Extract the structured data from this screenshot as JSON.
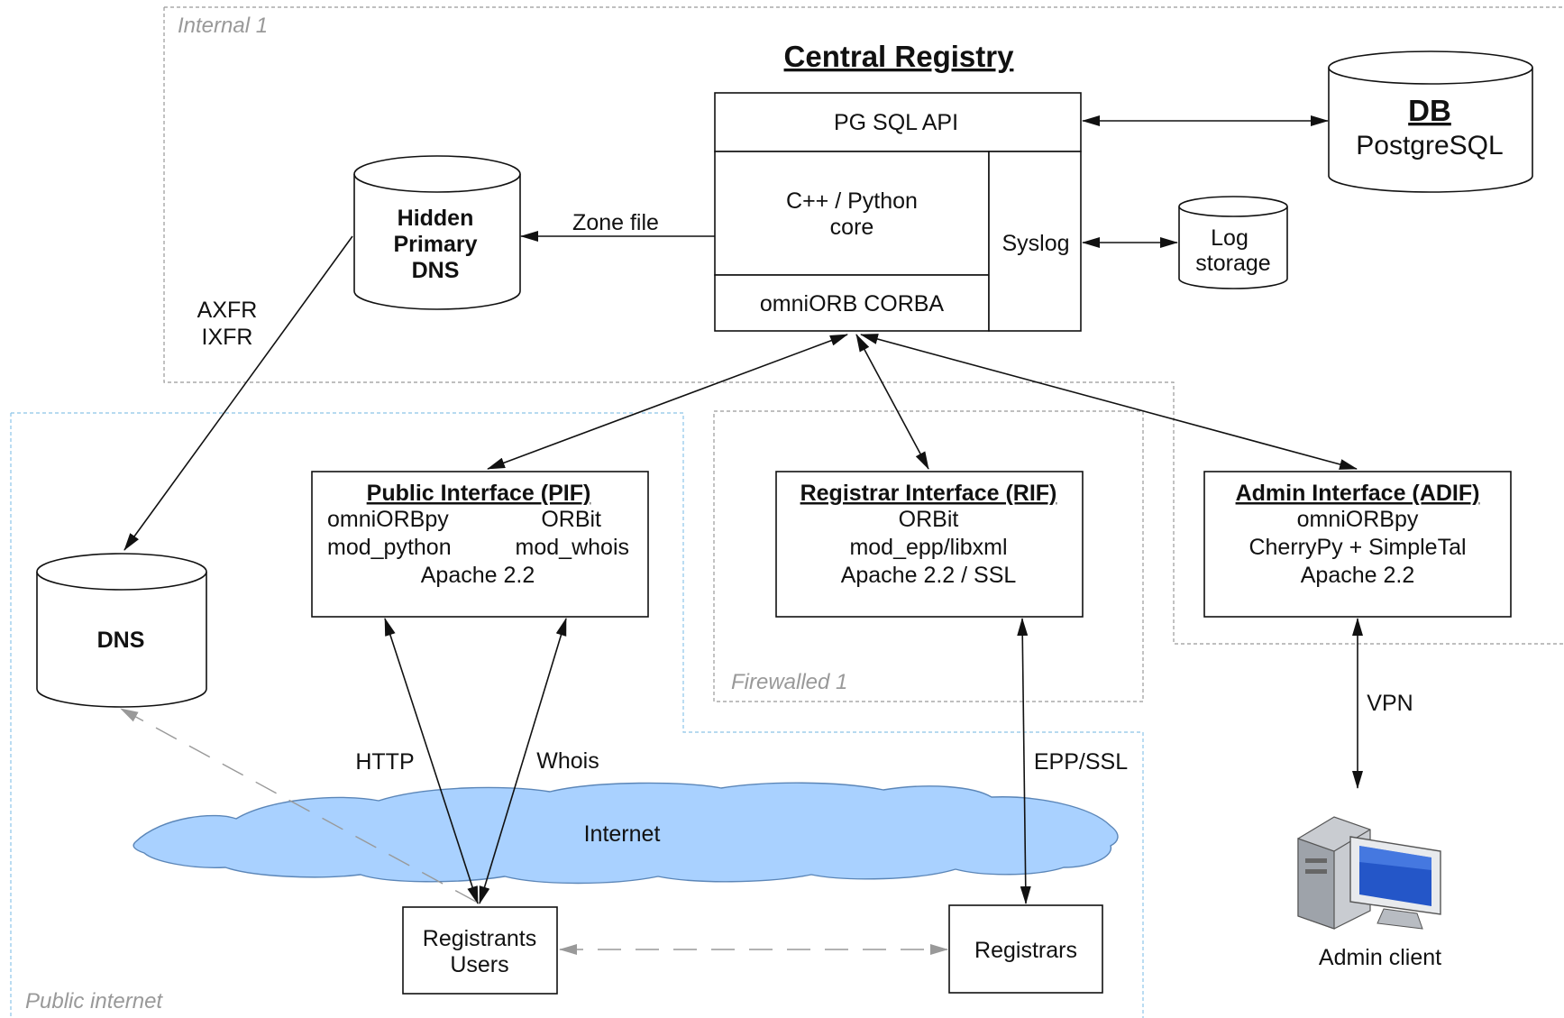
{
  "zones": {
    "internal": "Internal 1",
    "firewalled": "Firewalled 1",
    "public": "Public internet"
  },
  "registry": {
    "title": "Central Registry",
    "pg_api": "PG SQL API",
    "core_line1": "C++ / Python",
    "core_line2": "core",
    "corba": "omniORB CORBA",
    "syslog": "Syslog"
  },
  "db": {
    "title": "DB",
    "subtitle": "PostgreSQL"
  },
  "log_storage": {
    "line1": "Log",
    "line2": "storage"
  },
  "hidden_dns": {
    "line1": "Hidden",
    "line2": "Primary",
    "line3": "DNS"
  },
  "dns": {
    "label": "DNS"
  },
  "pif": {
    "title": "Public Interface (PIF)",
    "row1_left": "omniORBpy",
    "row1_right": "ORBit",
    "row2_left": "mod_python",
    "row2_right": "mod_whois",
    "row3": "Apache 2.2"
  },
  "rif": {
    "title": "Registrar Interface (RIF)",
    "row1": "ORBit",
    "row2": "mod_epp/libxml",
    "row3": "Apache 2.2 / SSL"
  },
  "adif": {
    "title": "Admin Interface (ADIF)",
    "row1": "omniORBpy",
    "row2": "CherryPy + SimpleTal",
    "row3": "Apache 2.2"
  },
  "links": {
    "zone_file": "Zone file",
    "axfr": "AXFR",
    "ixfr": "IXFR",
    "http": "HTTP",
    "whois": "Whois",
    "epp_ssl": "EPP/SSL",
    "vpn": "VPN"
  },
  "internet": {
    "label": "Internet"
  },
  "registrants": {
    "line1": "Registrants",
    "line2": "Users"
  },
  "registrars": {
    "label": "Registrars"
  },
  "admin_client": {
    "label": "Admin client"
  },
  "colors": {
    "internet_cloud": "#a9d1ff",
    "public_zone_border": "#8cc4e8",
    "zone_border": "#999999"
  }
}
